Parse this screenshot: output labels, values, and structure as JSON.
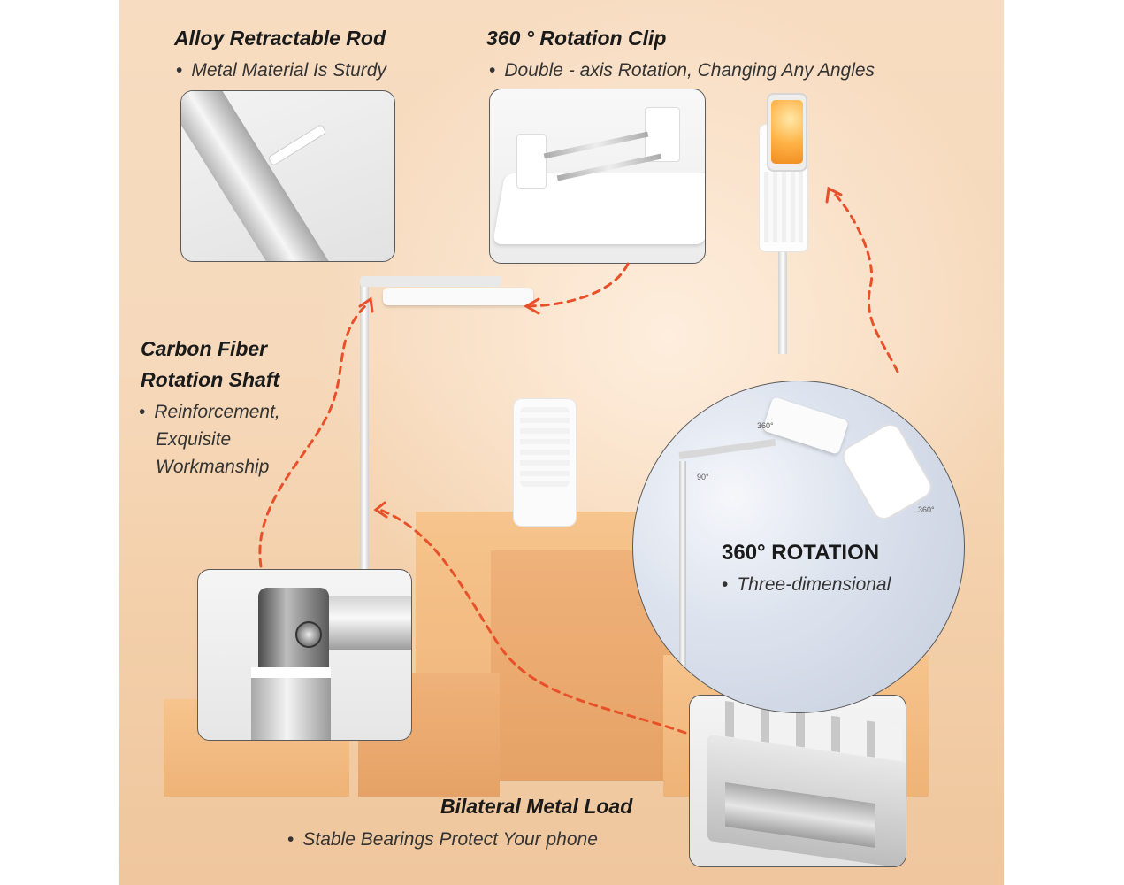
{
  "features": {
    "alloy_rod": {
      "title": "Alloy Retractable Rod",
      "bullet": "Metal Material Is Sturdy"
    },
    "rotation_clip": {
      "title": "360 ° Rotation Clip",
      "bullet": "Double - axis Rotation, Changing Any Angles"
    },
    "carbon_shaft": {
      "title_line1": "Carbon Fiber",
      "title_line2": "Rotation Shaft",
      "bullet_line1": "Reinforcement,",
      "bullet_line2": "Exquisite",
      "bullet_line3": "Workmanship"
    },
    "rotation_360": {
      "title": "360° ROTATION",
      "bullet": "Three-dimensional"
    },
    "metal_load": {
      "title": "Bilateral Metal Load",
      "bullet": "Stable Bearings Protect Your phone"
    }
  },
  "angles": {
    "a1": "360°",
    "a2": "90°",
    "a3": "360°"
  },
  "colors": {
    "arrow": "#e8502a",
    "border": "#5a5a5a",
    "background": "#f6d9bb",
    "block": "#efb27a"
  }
}
